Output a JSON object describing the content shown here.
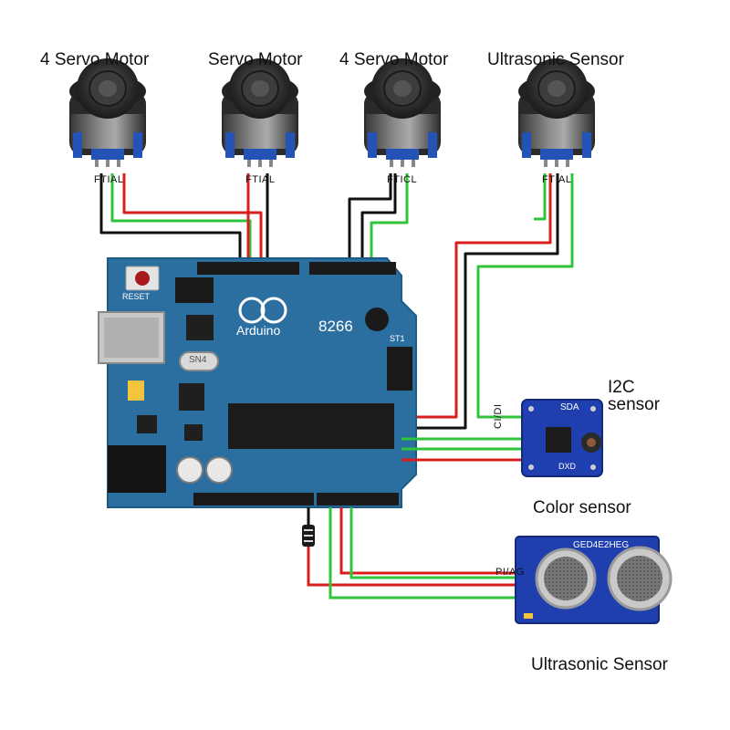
{
  "labels": {
    "servo1_title": "4  Servo Motor",
    "servo2_title": "Servo Motor",
    "servo3_title": "4 Servo Motor",
    "ultra_top_title": "Ultrasonic Sensor",
    "i2c_title_line1": "I2C",
    "i2c_title_line2": "sensor",
    "color_title": "Color sensor",
    "ultra_bottom_title": "Ultrasonic Sensor"
  },
  "pin_labels": {
    "servo1": "FTIAL",
    "servo2": "FTIAL",
    "servo3": "FTICL",
    "ultra_top": "FTIAL",
    "i2c_side": "CI/DI",
    "bottom_sensor_side": "PI/AG"
  },
  "board": {
    "logo_text": "Arduino",
    "model_text": "8266",
    "crystal_text": "SN4",
    "reset_label": "RESET",
    "header_label": "ST1"
  },
  "i2c_board": {
    "title": "SDA",
    "bottom_text": "DXD"
  },
  "ultra_board": {
    "top_text": "GED4E2HEG"
  },
  "colors": {
    "wire_red": "#d91e1e",
    "wire_green": "#2fc43a",
    "wire_black": "#111111",
    "board_blue": "#2b6fa0",
    "sensor_blue": "#1f3fae"
  },
  "icons": [
    "servo-motor-icon",
    "arduino-board-icon",
    "resistor-icon",
    "i2c-sensor-icon",
    "ultrasonic-sensor-icon"
  ]
}
